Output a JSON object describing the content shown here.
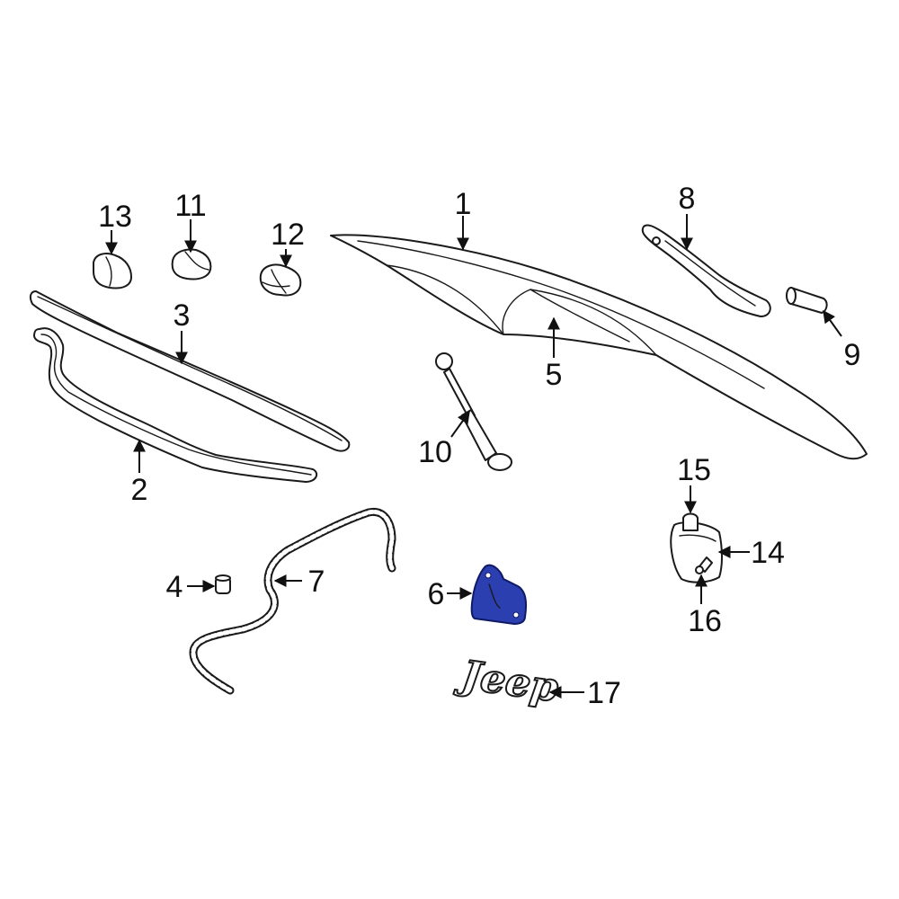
{
  "diagram": {
    "highlight_color": "#2b3fb0",
    "callouts": {
      "c1": "1",
      "c2": "2",
      "c3": "3",
      "c4": "4",
      "c5": "5",
      "c6": "6",
      "c7": "7",
      "c8": "8",
      "c9": "9",
      "c10": "10",
      "c11": "11",
      "c12": "12",
      "c13": "13",
      "c14": "14",
      "c15": "15",
      "c16": "16",
      "c17": "17"
    },
    "emblem_text": "Jeep"
  }
}
